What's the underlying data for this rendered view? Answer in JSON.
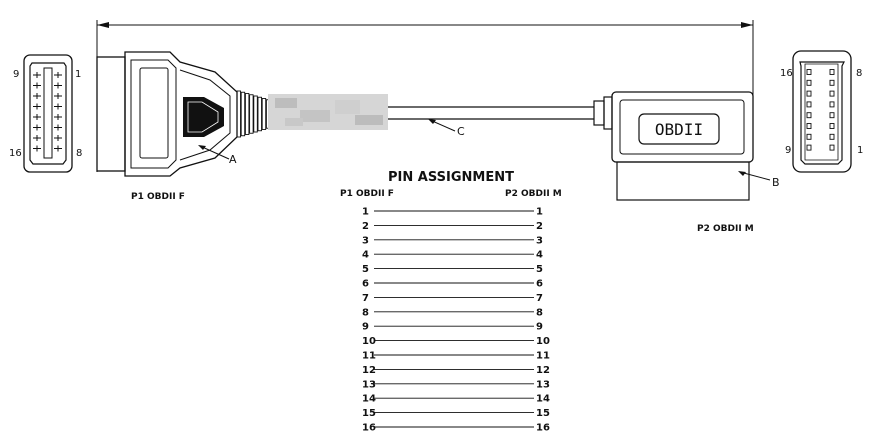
{
  "diagram": {
    "callouts": {
      "a": "A",
      "b": "B",
      "c": "C"
    },
    "left_connector": {
      "label": "P1 OBDII F",
      "pin_labels": {
        "top_left": "9",
        "top_right": "1",
        "bottom_left": "16",
        "bottom_right": "8"
      }
    },
    "right_connector": {
      "label": "P2 OBDII M",
      "body_text": "OBDII",
      "pin_labels": {
        "top_left": "16",
        "top_right": "8",
        "bottom_left": "9",
        "bottom_right": "1"
      }
    },
    "pin_assignment": {
      "title": "PIN ASSIGNMENT",
      "col_left": "P1 OBDII F",
      "col_right": "P2 OBDII M",
      "rows": [
        {
          "left": "1",
          "right": "1"
        },
        {
          "left": "2",
          "right": "2"
        },
        {
          "left": "3",
          "right": "3"
        },
        {
          "left": "4",
          "right": "4"
        },
        {
          "left": "5",
          "right": "5"
        },
        {
          "left": "6",
          "right": "6"
        },
        {
          "left": "7",
          "right": "7"
        },
        {
          "left": "8",
          "right": "8"
        },
        {
          "left": "9",
          "right": "9"
        },
        {
          "left": "10",
          "right": "10"
        },
        {
          "left": "11",
          "right": "11"
        },
        {
          "left": "12",
          "right": "12"
        },
        {
          "left": "13",
          "right": "13"
        },
        {
          "left": "14",
          "right": "14"
        },
        {
          "left": "15",
          "right": "15"
        },
        {
          "left": "16",
          "right": "16"
        }
      ]
    }
  }
}
